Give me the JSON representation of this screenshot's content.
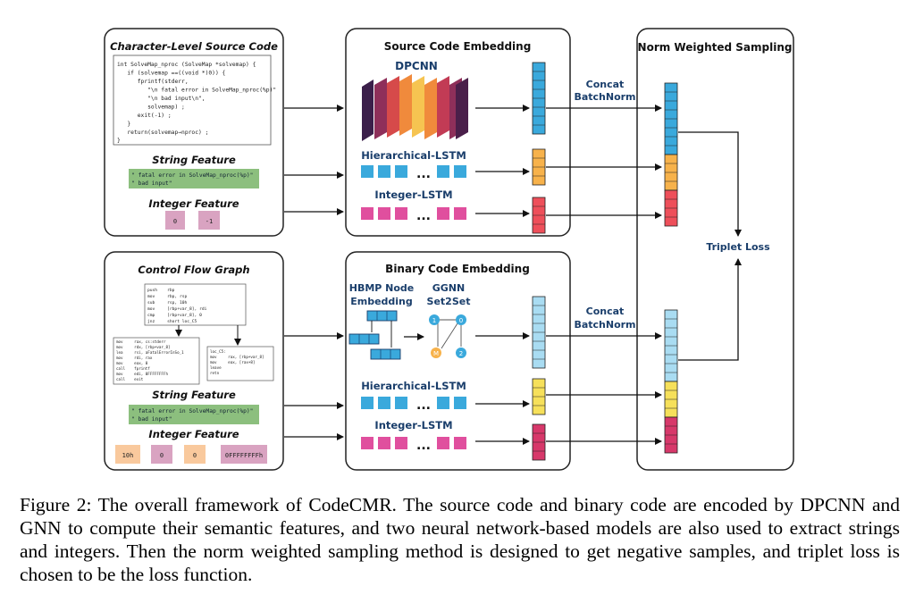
{
  "source_panel": {
    "title": "Character-Level Source Code",
    "code_lines": [
      "int SolveMap_nproc (SolveMap *solvemap) {",
      "   if (solvemap ==((void *)0)) {",
      "      fprintf(stderr,",
      "         \"\\n fatal error in SolveMap_nproc(%p)\"",
      "         \"\\n bad input\\n\",",
      "         solvemap) ;",
      "      exit(-1) ;",
      "   }",
      "   return(solvemap→nproc) ;",
      "}"
    ],
    "string_label": "String Feature",
    "string_lines": [
      "\" fatal error in SolveMap_nproc(%p)\"",
      "\" bad input\""
    ],
    "integer_label": "Integer Feature",
    "integers": [
      "0",
      "-1"
    ]
  },
  "source_embedding": {
    "title": "Source Code Embedding",
    "dpcnn_label": "DPCNN",
    "hier_label": "Hierarchical-LSTM",
    "int_label": "Integer-LSTM",
    "ellipsis": "..."
  },
  "binary_panel": {
    "title": "Control Flow Graph",
    "top_block": [
      "push    rbp",
      "mov     rbp, rsp",
      "sub     rsp, 10h",
      "mov     [rbp+var_8], rdi",
      "cmp     [rbp+var_8], 0",
      "jnz     short loc_C5"
    ],
    "left_block": [
      "mov     rax, cs:stderr",
      "mov     rdx, [rbp+var_8]",
      "lea     rsi, aFatalErrorInSo_1",
      "mov     rdi, rax",
      "mov     eax, 0",
      "call    fprintf",
      "mov     edi, 0FFFFFFFFh",
      "call    exit"
    ],
    "right_block": [
      "loc_C5:",
      "mov     rax, [rbp+var_8]",
      "mov     eax, [rax+8]",
      "leave",
      "retn"
    ],
    "string_label": "String Feature",
    "string_lines": [
      "\" fatal error in SolveMap_nproc(%p)\"",
      "\" bad input\""
    ],
    "integer_label": "Integer Feature",
    "integers": [
      "10h",
      "0",
      "0",
      "0FFFFFFFFh"
    ]
  },
  "binary_embedding": {
    "title": "Binary Code Embedding",
    "hbmp_label_1": "HBMP Node",
    "hbmp_label_2": "Embedding",
    "ggnn_label_1": "GGNN",
    "ggnn_label_2": "Set2Set",
    "graph_nodes": [
      "1",
      "0",
      "M",
      "2"
    ],
    "hier_label": "Hierarchical-LSTM",
    "int_label": "Integer-LSTM",
    "ellipsis": "..."
  },
  "concat_top": {
    "line1": "Concat",
    "line2": "BatchNorm"
  },
  "concat_bottom": {
    "line1": "Concat",
    "line2": "BatchNorm"
  },
  "sampling": {
    "title": "Norm Weighted Sampling",
    "loss_label": "Triplet Loss"
  },
  "colors": {
    "blue": "#3aa9dc",
    "light_blue": "#a9dcf2",
    "orange": "#f7b24b",
    "yellow": "#f6e05a",
    "red": "#ee4f5a",
    "crimson": "#d7386a",
    "pink": "#e04f9e",
    "green": "#8cbf7e",
    "mauve": "#d9a3c1",
    "peach": "#f9c99d",
    "navy": "#1a3e6b"
  },
  "caption": "Figure 2: The overall framework of CodeCMR. The source code and binary code are encoded by DPCNN and GNN to compute their semantic features, and two neural network-based models are also used to extract strings and integers. Then the norm weighted sampling method is designed to get negative samples, and triplet loss is chosen to be the loss function."
}
